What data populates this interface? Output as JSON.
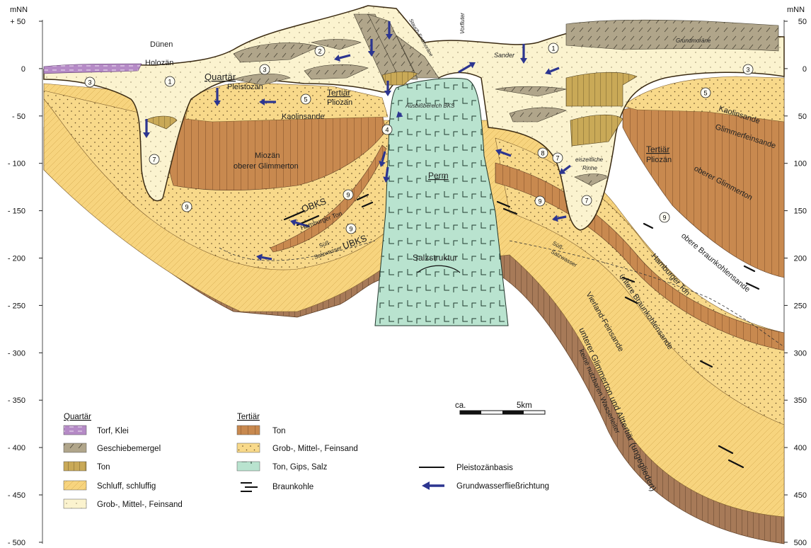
{
  "axis": {
    "unit_left": "mNN",
    "unit_right": "mNN",
    "ticks": [
      "+ 50",
      "0",
      "- 50",
      "- 100",
      "- 150",
      "- 200",
      "- 250",
      "- 300",
      "- 350",
      "- 400",
      "- 450",
      "- 500"
    ],
    "ticks_right": [
      "50",
      "0",
      "50",
      "100",
      "150",
      "200",
      "250",
      "300",
      "350",
      "400",
      "450",
      "500"
    ]
  },
  "colors": {
    "sand_light": "#fbf3cf",
    "sand_yellow": "#f8d98a",
    "silt": "#f6d27a",
    "clay": "#c8894f",
    "dark_clay": "#a77a58",
    "till": "#b0a58a",
    "salt": "#b9e3cf",
    "peat": "#b58ac6",
    "lignite": "#1a1a1a",
    "arrow": "#2c3590"
  },
  "labels": {
    "duenen": "Dünen",
    "holozaen": "Holozän",
    "quartaer": "Quartär",
    "pleistozaen": "Pleistozän",
    "tertiaer_a": "Tertiär",
    "pliozaen_a": "Pliozän",
    "kaolinsande_a": "Kaolinsande",
    "miozaen": "Miozän",
    "oberer_glimmerton_a": "oberer Glimmerton",
    "obks": "OBKS",
    "hamburger_ton_a": "Hamburger Ton",
    "ubks": "UBKS",
    "suess_a1": "Süß-",
    "suess_a2": "Salzwasser",
    "perm": "Perm",
    "salzstruktur": "Salzstruktur",
    "ausbiss": "Ausbißbereich BKS",
    "stauch": "Stauch-Endmoräne",
    "vorfluter": "Vorfluter",
    "sander": "Sander",
    "grundmoraene": "Grundmoräne",
    "eiszeitliche1": "eiszeitliche",
    "eiszeitliche2": "Rinne",
    "tertiaer_b": "Tertiär",
    "pliozaen_b": "Pliozän",
    "kaolinsande_b": "Kaolinsande",
    "glimmerfeinsande": "Glimmerfeinsande",
    "oberer_glimmerton_b": "oberer Glimmerton",
    "obere_braunkohlensande": "obere Braunkohlensande",
    "hamburger_ton_b": "Hamburger Ton",
    "untere_braunkohlensande": "untere Braunkohlensande",
    "vierland": "Vierland-Feinsande",
    "suess_b1": "Süß-",
    "suess_b2": "Salzwasser",
    "unterer": "unterer Glimmerton und Alttertiär (ungegliedert)",
    "keine": "keine nutzbaren Wasserleiter"
  },
  "circled": [
    "1",
    "2",
    "3",
    "4",
    "5",
    "7",
    "8",
    "9"
  ],
  "scale": {
    "left": "ca.",
    "right": "5km"
  },
  "legend": {
    "quartaer_title": "Quartär",
    "quartaer_items": [
      "Torf, Klei",
      "Geschiebemergel",
      "Ton",
      "Schluff, schluffig",
      "Grob-, Mittel-, Feinsand"
    ],
    "tertiaer_title": "Tertiär",
    "tertiaer_items": [
      "Ton",
      "Grob-, Mittel-, Feinsand",
      "Ton, Gips, Salz",
      "Braunkohle"
    ],
    "line_items": [
      "Pleistozänbasis",
      "Grundwasserfließrichtung"
    ]
  }
}
